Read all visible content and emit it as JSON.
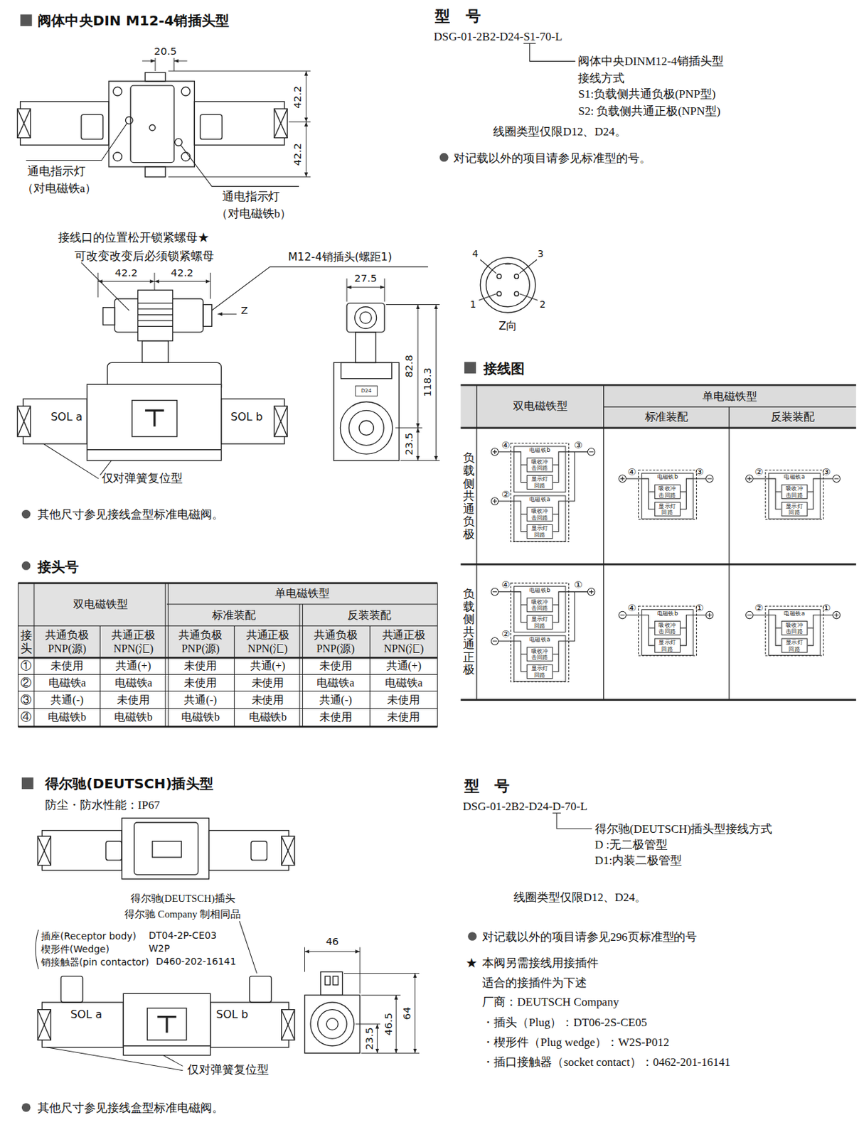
{
  "diagram": {
    "nodes": [
      {
        "text": [
          "电磁铁b"
        ]
      },
      {
        "text": [
          "吸收冲 击回路"
        ],
        "in": 0
      },
      {
        "text": [
          "显示灯 回路"
        ],
        "in": 0
      },
      {
        "text": [
          "电磁铁a"
        ]
      },
      {
        "text": [
          "吸收冲 击回路"
        ],
        "in": 3
      },
      {
        "text": [
          "显示灯 回路"
        ],
        "in": 3
      },
      {
        "text": [
          "电磁铁b"
        ]
      },
      {
        "text": [
          "吸收冲 击回路"
        ],
        "in": 6
      },
      {
        "text": [
          "显示灯 回路"
        ],
        "in": 6
      },
      {
        "text": [
          "电磁铁a"
        ]
      },
      {
        "text": [
          "吸收冲 击回路"
        ],
        "in": 9
      },
      {
        "text": [
          "显示灯 回路"
        ],
        "in": 9
      },
      {
        "text": [
          "电磁铁b"
        ]
      },
      {
        "text": [
          "吸收冲 击回路"
        ],
        "in": 12
      },
      {
        "text": [
          "显示灯 回路"
        ],
        "in": 12
      },
      {
        "text": [
          "电磁铁a"
        ]
      },
      {
        "text": [
          "吸收冲 击回路"
        ],
        "in": 15
      },
      {
        "text": [
          "显示灯 回路"
        ],
        "in": 15
      },
      {
        "text": [
          "电磁铁b"
        ]
      },
      {
        "text": [
          "吸收冲 击回路"
        ],
        "in": 18
      },
      {
        "text": [
          "显示灯 回路"
        ],
        "in": 18
      },
      {
        "text": [
          "电磁铁a"
        ]
      },
      {
        "text": [
          "吸收冲 击回路"
        ],
        "in": 21
      },
      {
        "text": [
          "显示灯 回路"
        ],
        "in": 21
      }
    ],
    "labels": [
      "阀体中央DIN M12-4销插头型",
      "20.5",
      "42.2",
      "42.2",
      "通电指示灯",
      "（对电磁铁a）",
      "通电指示灯",
      "（对电磁铁b）",
      "接线口的位置松开锁紧螺母★",
      "可改变改变后必须锁紧螺母",
      "42.2",
      "42.2",
      "M12-4销插头(螺距1)",
      "Z",
      "27.5",
      "82.8",
      "118.3",
      "23.5",
      "D24",
      "SOL a",
      "SOL b",
      "仅对弹簧复位型",
      "其他尺寸参见接线盒型标准电磁阀。",
      "型　号",
      "DSG-01-2B2-D24-S1-70-L",
      "阀体中央DINM12-4销插头型",
      "接线方式",
      "S1:负载侧共通负极(PNP型)",
      "S2: 负载侧共通正极(NPN型)",
      "线圈类型仅限D12、D24。",
      "对记载以外的项目请参见标准型的号。",
      "4",
      "3",
      "1",
      "2",
      "Z向",
      "接线图",
      "双电磁铁型",
      "单电磁铁型",
      "标准装配",
      "反装装配",
      "负载侧共通负极",
      "④",
      "③",
      "②",
      "④",
      "③",
      "②",
      "③",
      "负载侧共通正极",
      "④",
      "①",
      "②",
      "④",
      "①",
      "②",
      "①",
      "接头号",
      "双电磁铁型",
      "单电磁铁型",
      "标准装配",
      "反装装配",
      "接头",
      "共通负极 PNP(源)",
      "共通正极 NPN(汇)",
      "共通负极 PNP(源)",
      "共通正极 NPN(汇)",
      "共通负极 PNP(源)",
      "共通正极 NPN(汇)",
      "①",
      "未使用",
      "共通(+)",
      "未使用",
      "共通(+)",
      "未使用",
      "共通(+)",
      "②",
      "电磁铁a",
      "电磁铁a",
      "未使用",
      "未使用",
      "电磁铁a",
      "电磁铁a",
      "③",
      "共通(-)",
      "未使用",
      "共通(-)",
      "未使用",
      "共通(-)",
      "未使用",
      "④",
      "电磁铁b",
      "电磁铁b",
      "电磁铁b",
      "电磁铁b",
      "未使用",
      "未使用",
      "得尔驰(DEUTSCH)插头型",
      "防尘・防水性能：IP67",
      "得尔驰(DEUTSCH)插头",
      "得尔驰 Company 制相同品",
      "插座(Receptor body)",
      "DT04-2P-CE03",
      "楔形件(Wedge)",
      "W2P",
      "销接触器(pin contactor)",
      "D460-202-16141",
      "SOL a",
      "SOL b",
      "46",
      "64",
      "46.5",
      "23.5",
      "仅对弹簧复位型",
      "其他尺寸参见接线盒型标准电磁阀。",
      "型　号",
      "DSG-01-2B2-D24-D-70-L",
      "得尔驰(DEUTSCH)插头型接线方式",
      "D :无二极管型",
      "D1:内装二极管型",
      "线圈类型仅限D12、D24。",
      "对记载以外的项目请参见296页标准型的号",
      "★",
      "本阀另需接线用接插件",
      "适合的接插件为下述",
      "厂商：DEUTSCH Company",
      "・插头（Plug）：DT06-2S-CE05",
      "・楔形件（Plug wedge）：W2S-P012",
      "・插口接触器（socket contact）：0462-201-16141"
    ]
  }
}
